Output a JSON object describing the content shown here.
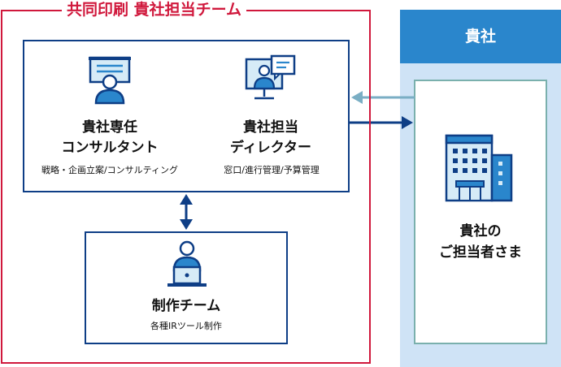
{
  "team": {
    "title": "共同印刷 貴社担当チーム",
    "consultant": {
      "title_line1": "貴社専任",
      "title_line2": "コンサルタント",
      "description": "戦略・企画立案/コンサルティング",
      "icon": "presenter-icon"
    },
    "director": {
      "title_line1": "貴社担当",
      "title_line2": "ディレクター",
      "description": "窓口/進行管理/予算管理",
      "icon": "online-meeting-icon"
    },
    "production": {
      "title": "制作チーム",
      "description": "各種IRツール制作",
      "icon": "laptop-worker-icon"
    }
  },
  "client": {
    "header": "貴社",
    "label_line1": "貴社の",
    "label_line2": "ご担当者さま",
    "icon": "office-building-icon"
  },
  "colors": {
    "team_frame": "#d0183c",
    "box_border": "#0e3e86",
    "client_header": "#2a86cc",
    "client_panel": "#cfe3f6",
    "client_box_border": "#7ab0ad",
    "arrow_from_client": "#7aaec4",
    "arrow_to_client": "#0e3e86",
    "icon_light": "#d6ebf7"
  }
}
